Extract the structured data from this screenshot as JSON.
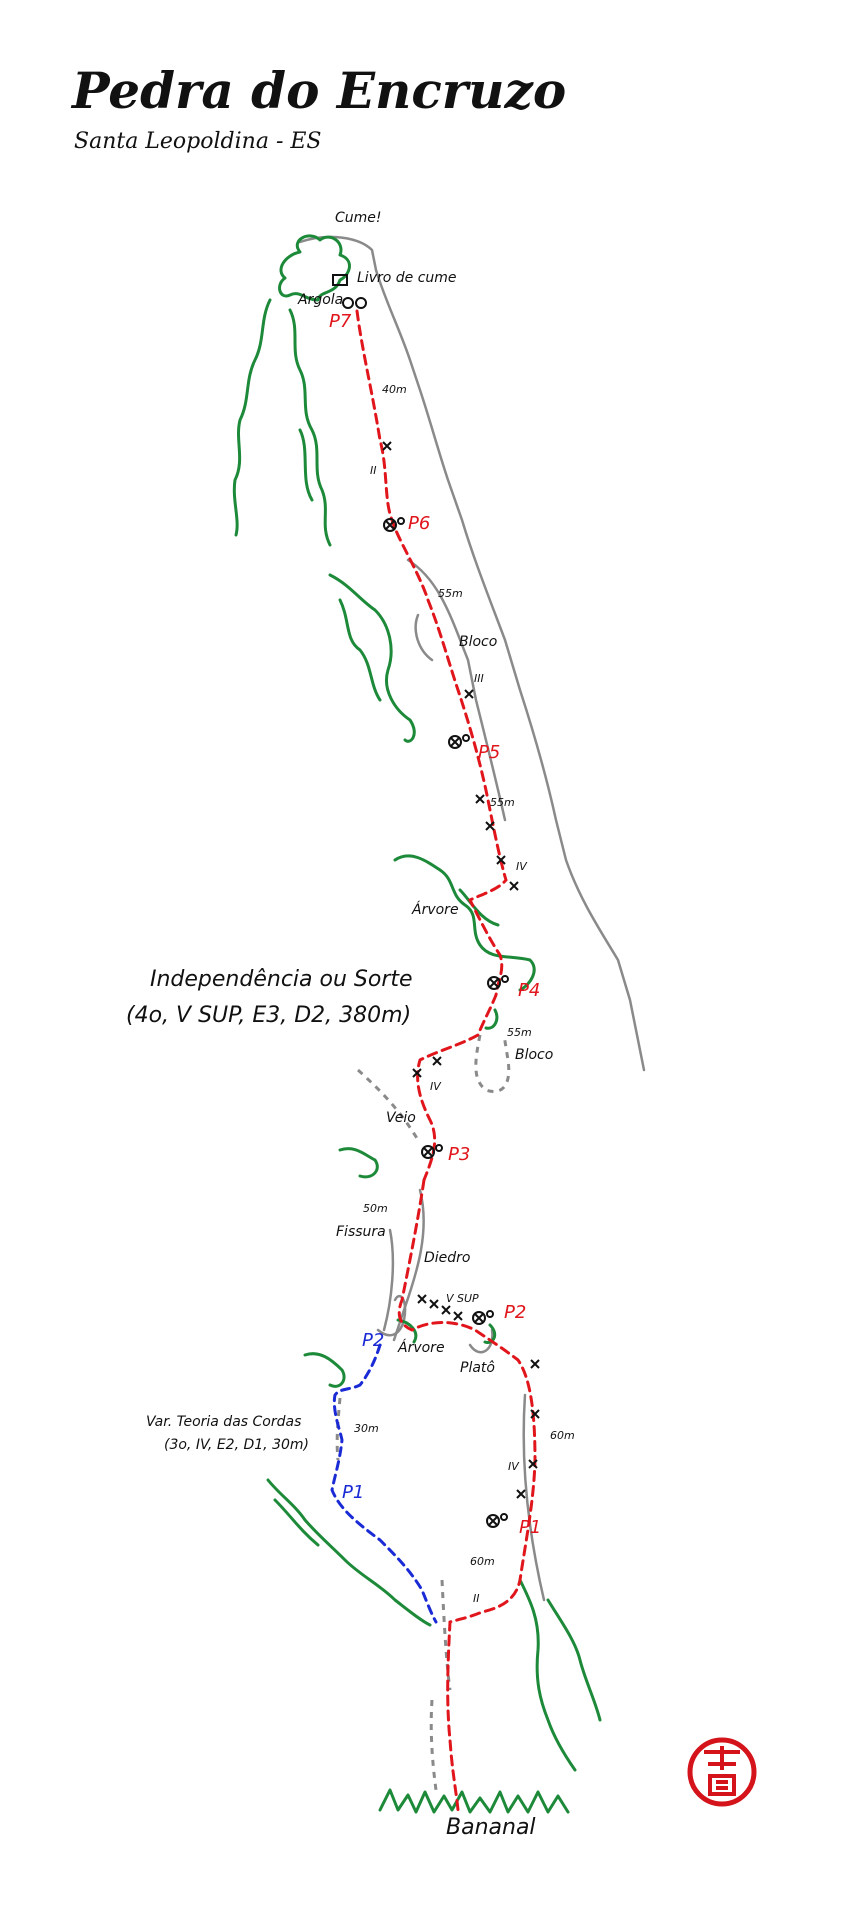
{
  "title": "Pedra do Encruzo",
  "subtitle": "Santa Leopoldina - ES",
  "route": {
    "name": "Independência ou Sorte",
    "grade": "(4o, V SUP, E3, D2, 380m)"
  },
  "variant": {
    "name": "Var. Teoria das Cordas",
    "grade": "(3o, IV, E2, D1, 30m)"
  },
  "labels": {
    "summit": "Cume!",
    "summit_book": "Livro de cume",
    "ring": "Argola",
    "block_upper": "Bloco",
    "tree_upper": "Árvore",
    "block_lower": "Bloco",
    "vein": "Veio",
    "crack": "Fissura",
    "dihedral": "Diedro",
    "tree_lower": "Árvore",
    "plateau": "Platô",
    "start": "Bananal"
  },
  "pitches": {
    "p7": "P7",
    "p6": "P6",
    "p5": "P5",
    "p4": "P4",
    "p3": "P3",
    "p2": "P2",
    "p1": "P1",
    "var_p2": "P2",
    "var_p1": "P1"
  },
  "lengths": {
    "p7": "40m",
    "p6": "55m",
    "p5": "55m",
    "p4": "55m",
    "p3": "50m",
    "p1": "60m",
    "p1b": "60m",
    "var": "30m"
  },
  "grades": {
    "p7": "II",
    "p6": "III",
    "p5": "IV",
    "p4": "IV",
    "p2": "V SUP",
    "p1": "IV",
    "p1b": "II"
  },
  "colors": {
    "route": "#e0161c",
    "variant": "#1a2bd6",
    "vegetation": "#1d8a3a",
    "rock": "#8a8a8a",
    "seal": "#d4141a"
  },
  "seal_icon": "hanko-seal-icon"
}
